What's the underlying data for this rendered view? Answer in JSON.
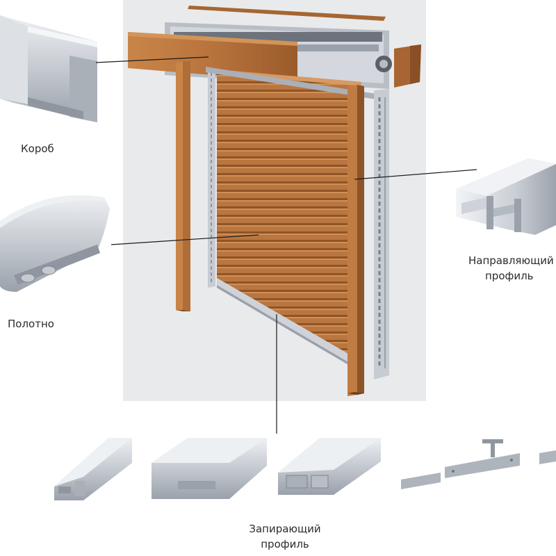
{
  "labels": {
    "box": "Короб",
    "curtain": "Полотно",
    "guide_line1": "Направляющий",
    "guide_line2": "профиль",
    "lock_line1": "Запирающий",
    "lock_line2": "профиль"
  },
  "colors": {
    "background_panel": "#e9eaec",
    "wood": "#b8733c",
    "wood_dark": "#8e5427",
    "wood_light": "#cf8a4f",
    "metal": "#c7ccd3",
    "metal_dark": "#8f969f",
    "metal_light": "#e6e9ed",
    "leader_line": "#1a1a1a"
  }
}
